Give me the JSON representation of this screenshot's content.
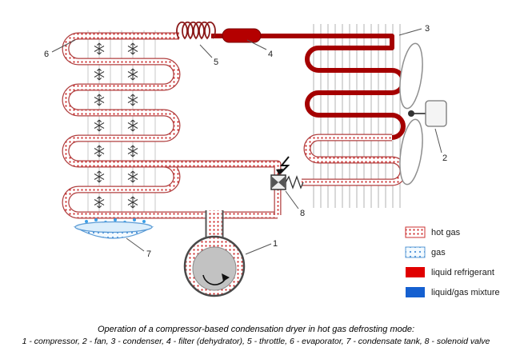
{
  "diagram": {
    "part_labels": {
      "compressor": "1",
      "fan": "2",
      "condenser": "3",
      "filter": "4",
      "throttle": "5",
      "evaporator": "6",
      "condensate_tank": "7",
      "solenoid_valve": "8"
    },
    "legend": {
      "hot_gas": "hot gas",
      "gas": "gas",
      "liquid_refrigerant": "liquid refrigerant",
      "liquid_gas_mixture": "liquid/gas mixture"
    },
    "icons": {
      "frost": "snowflake",
      "defrost_power": "lightning-bolt",
      "compressor_rotation": "clockwise-arrow"
    },
    "colors": {
      "hot_gas_dot": "#cc2222",
      "gas_dot": "#4a90d9",
      "liquid_refrigerant": "#e00000",
      "liquid_gas_mixture": "#1560d0",
      "pipe_solid": "#a50000"
    }
  },
  "caption": {
    "line1": "Operation of a compressor-based condensation dryer in hot gas defrosting mode:",
    "line2": "1 - compressor, 2 - fan, 3 - condenser, 4 - filter (dehydrator), 5 - throttle, 6 - evaporator, 7 - condensate tank, 8 - solenoid valve"
  }
}
